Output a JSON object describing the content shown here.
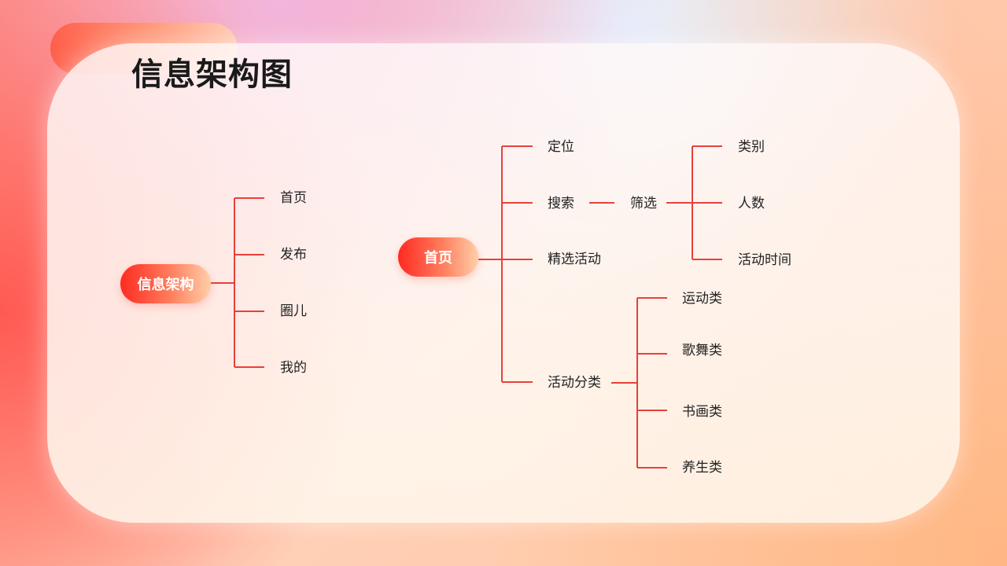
{
  "title": "信息架构图",
  "colors": {
    "line": "#e8403a",
    "pill_start": "#ff2a22",
    "pill_end": "#ffcfa8"
  },
  "left_tree": {
    "root": "信息架构",
    "children": [
      "首页",
      "发布",
      "圈儿",
      "我的"
    ]
  },
  "right_tree": {
    "root": "首页",
    "children": [
      "定位",
      "搜索",
      "精选活动",
      "活动分类"
    ],
    "search_child": "筛选",
    "filter_children": [
      "类别",
      "人数",
      "活动时间"
    ],
    "category_children": [
      "运动类",
      "歌舞类",
      "书画类",
      "养生类"
    ]
  }
}
